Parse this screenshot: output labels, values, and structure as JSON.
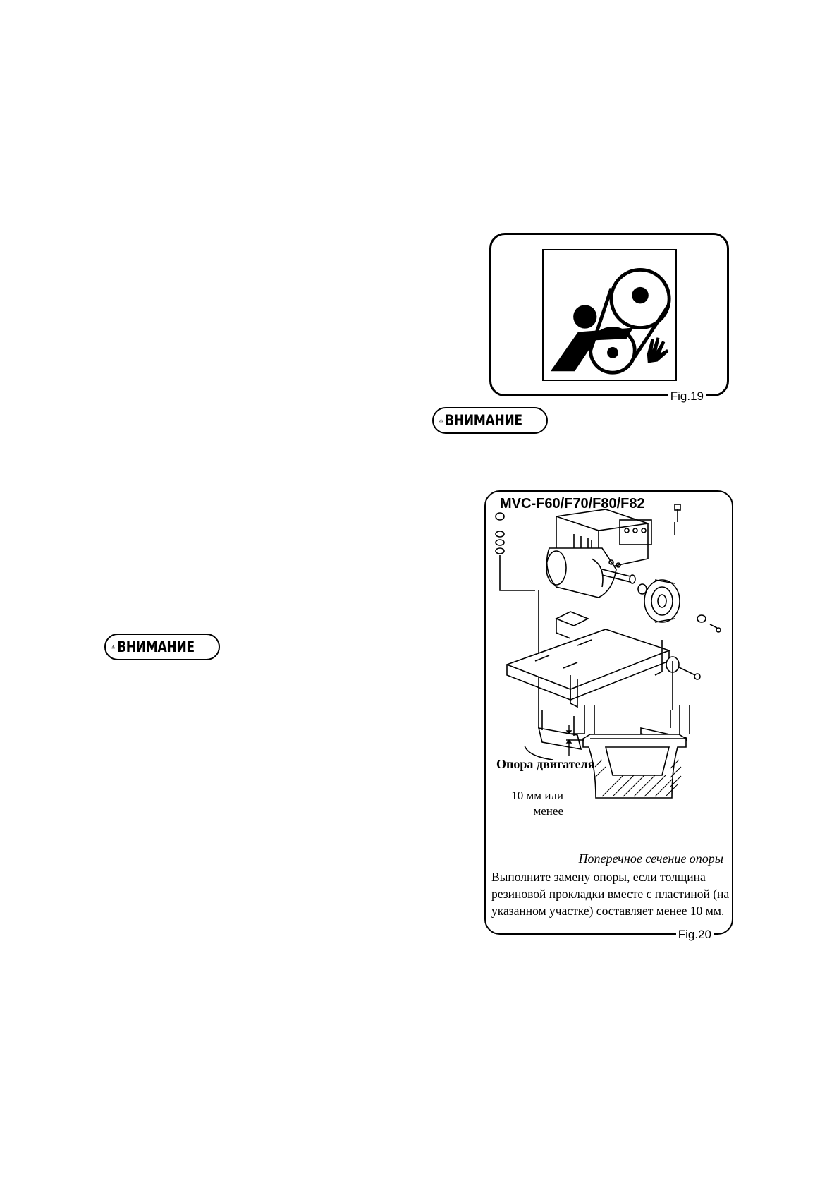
{
  "fig19": {
    "label": "Fig.19",
    "icon": "belt-entanglement-hazard-icon"
  },
  "warning_badges": [
    {
      "text": "ВНИМАНИЕ",
      "icon": "warning-triangle-icon"
    },
    {
      "text": "ВНИМАНИЕ",
      "icon": "warning-triangle-icon"
    }
  ],
  "fig20": {
    "title": "MVC-F60/F70/F80/F82",
    "support_label": "Опора двигателя",
    "dimension_line1": "10 мм или",
    "dimension_line2": "менее",
    "cross_section_caption": "Поперечное сечение опоры",
    "note": "Выполните замену опоры, если толщина резиновой прокладки вместе с пластиной (на указанном участке) составляет менее 10 мм.",
    "label": "Fig.20"
  }
}
